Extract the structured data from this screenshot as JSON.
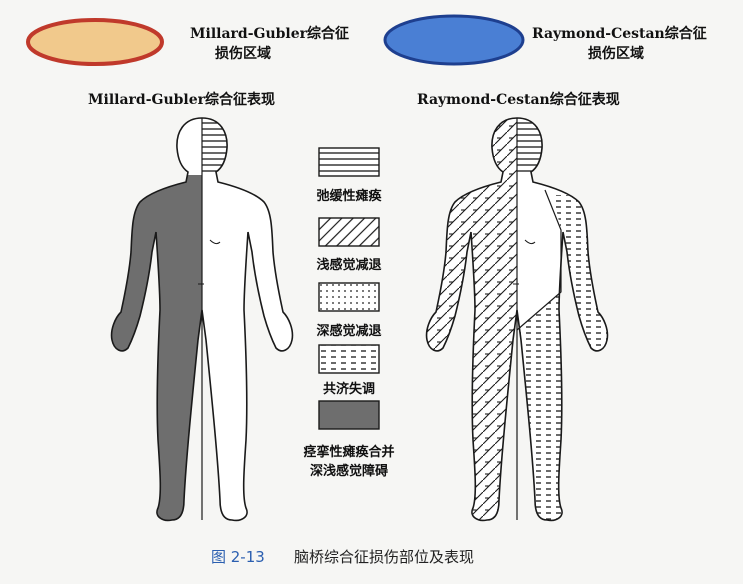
{
  "top_left": {
    "line1": "Millard-Gubler综合征",
    "line2": "损伤区域",
    "ellipse_fill": "#f1c98c",
    "ellipse_stroke": "#c0392b"
  },
  "top_right": {
    "line1": "Raymond-Cestan综合征",
    "line2": "损伤区域",
    "ellipse_fill": "#4a7fd4",
    "ellipse_stroke": "#1e3f8f"
  },
  "left_figure_title": "Millard-Gubler综合征表现",
  "right_figure_title": "Raymond-Cestan综合征表现",
  "legend": [
    {
      "pattern": "horizontal-lines",
      "label": "弛缓性瘫痪"
    },
    {
      "pattern": "diagonal-lines",
      "label": "浅感觉减退"
    },
    {
      "pattern": "dots",
      "label": "深感觉减退"
    },
    {
      "pattern": "dashed-lines",
      "label": "共济失调"
    },
    {
      "pattern": "solid-gray",
      "label": "痉挛性瘫痪合并",
      "label2": "深浅感觉障碍"
    }
  ],
  "caption": {
    "number": "图 2-13",
    "text": "脑桥综合征损伤部位及表现",
    "number_color": "#2b5fb0"
  },
  "colors": {
    "gray_fill": "#6e6e6e",
    "line": "#1a1a1a"
  }
}
